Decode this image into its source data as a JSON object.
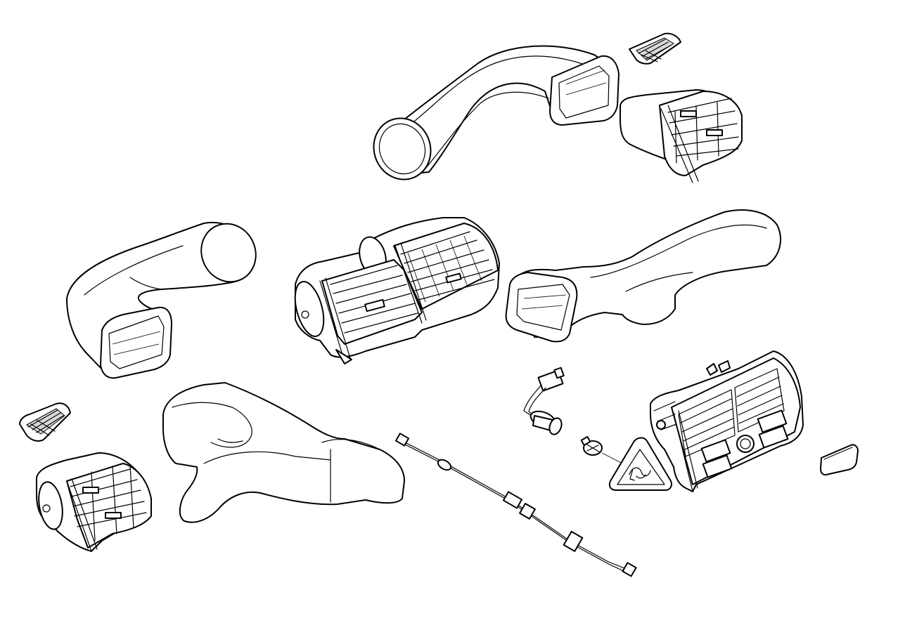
{
  "diagram": {
    "kind": "exploded-parts-drawing",
    "background": "#ffffff",
    "line_color": "#000000",
    "parts": [
      {
        "id": "upper-right-air-duct",
        "icon": "curved-duct"
      },
      {
        "id": "upper-right-grille-cover",
        "icon": "grille-cover"
      },
      {
        "id": "upper-right-vent",
        "icon": "air-vent"
      },
      {
        "id": "left-air-duct",
        "icon": "curved-duct"
      },
      {
        "id": "center-dual-vent",
        "icon": "air-vent"
      },
      {
        "id": "right-side-air-duct",
        "icon": "curved-duct"
      },
      {
        "id": "left-grille-cover",
        "icon": "grille-cover"
      },
      {
        "id": "left-vent",
        "icon": "air-vent"
      },
      {
        "id": "lower-y-air-duct",
        "icon": "y-duct"
      },
      {
        "id": "control-cable",
        "icon": "bowden-cable"
      },
      {
        "id": "sensor-with-harness",
        "icon": "sensor"
      },
      {
        "id": "bulb-socket",
        "icon": "bulb"
      },
      {
        "id": "warning-triangle-symbol",
        "icon": "warning-triangle"
      },
      {
        "id": "rear-vent-panel",
        "icon": "air-vent"
      },
      {
        "id": "blank-cover-cap",
        "icon": "cap"
      }
    ]
  }
}
